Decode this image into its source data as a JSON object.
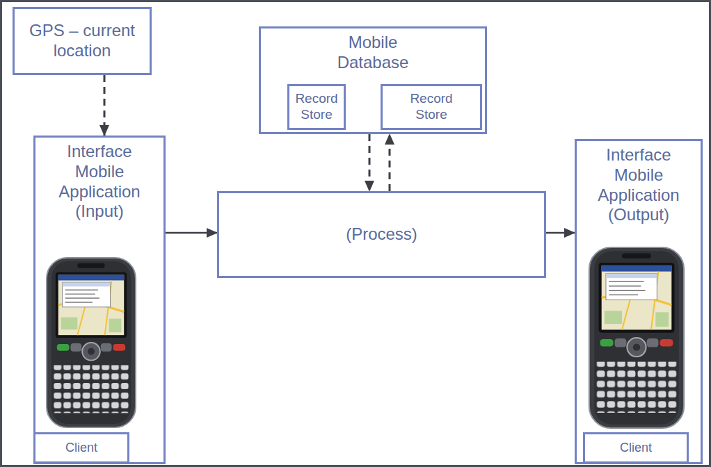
{
  "diagram": {
    "nodes": [
      {
        "text": [
          "GPS – current location"
        ]
      },
      {
        "text": [
          "Mobile Database"
        ]
      },
      {
        "text": [
          "Record Store"
        ],
        "in": 1
      },
      {
        "text": [
          "Record Store"
        ],
        "in": 1
      },
      {
        "text": [
          "Interface Mobile Application (Input)"
        ]
      },
      {
        "text": [
          "Client"
        ],
        "in": 4
      },
      {
        "text": [
          "(Process)"
        ]
      },
      {
        "text": [
          "Interface Mobile Application (Output)"
        ]
      },
      {
        "text": [
          "Client"
        ],
        "in": 7
      }
    ],
    "edges": [
      {
        "from": 0,
        "to": 4,
        "arrow": "to"
      },
      {
        "from": 1,
        "to": 6,
        "arrow": "to"
      },
      {
        "from": 6,
        "to": 1,
        "arrow": "to"
      },
      {
        "from": 4,
        "to": 6,
        "arrow": "to"
      },
      {
        "from": 6,
        "to": 7,
        "arrow": "to"
      }
    ]
  }
}
